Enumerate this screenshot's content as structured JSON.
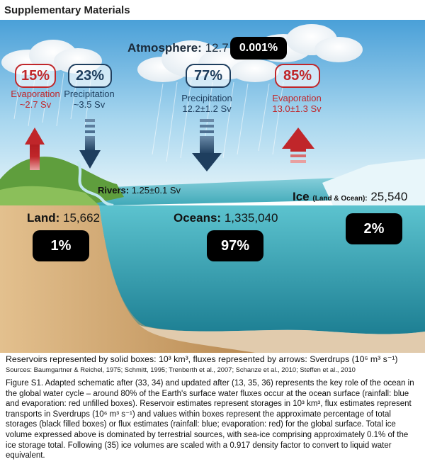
{
  "header": "Supplementary Materials",
  "atmosphere": {
    "label": "Atmosphere:",
    "value": "12.7",
    "percent": "0.001%"
  },
  "land_evap": {
    "percent": "15%",
    "label": "Evaporation",
    "value": "~2.7 Sv"
  },
  "land_precip": {
    "percent": "23%",
    "label": "Precipitation",
    "value": "~3.5 Sv"
  },
  "ocean_precip": {
    "percent": "77%",
    "label": "Precipitation",
    "value": "12.2±1.2 Sv"
  },
  "ocean_evap": {
    "percent": "85%",
    "label": "Evaporation",
    "value": "13.0±1.3 Sv"
  },
  "rivers": {
    "label": "Rivers:",
    "value": "1.25±0.1 Sv"
  },
  "land": {
    "label": "Land:",
    "value": "15,662",
    "percent": "1%"
  },
  "oceans": {
    "label": "Oceans:",
    "value": "1,335,040",
    "percent": "97%"
  },
  "ice": {
    "label": "Ice",
    "sublabel": "(Land & Ocean):",
    "value": "25,540",
    "percent": "2%"
  },
  "caption": {
    "line1": "Reservoirs represented by solid boxes: 10³ km³, fluxes represented by arrows: Sverdrups (10⁶ m³ s⁻¹)",
    "sources": "Sources: Baumgartner & Reichel, 1975; Schmitt, 1995; Trenberth et al., 2007; Schanze et al., 2010; Steffen et al., 2010",
    "body": "Figure S1. Adapted schematic after (33, 34) and updated after (13, 35, 36) represents the key role of the ocean in the global water cycle – around 80% of the Earth's surface water fluxes occur at the ocean surface (rainfall: blue and evaporation: red unfilled boxes). Reservoir estimates represent storages in 10³ km³, flux estimates represent transports in Sverdrups (10⁶ m³ s⁻¹) and values within boxes represent the approximate percentage of total storages (black filled boxes) or flux estimates (rainfall: blue; evaporation: red) for the global surface. Total ice volume expressed above is dominated by terrestrial sources, with sea-ice comprising approximately 0.1% of the ice storage total. Following (35) ice volumes are scaled with a 0.917 density factor to convert to liquid water equivalent."
  },
  "colors": {
    "evaporation": "#c0262a",
    "precipitation": "#1e3e5e",
    "ocean": "#3aa7b6",
    "land": "#c9a06a"
  }
}
